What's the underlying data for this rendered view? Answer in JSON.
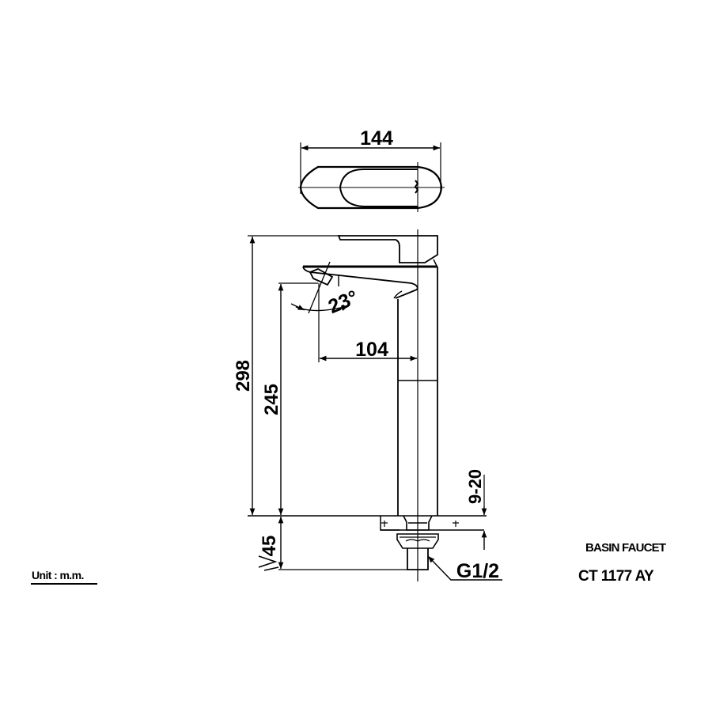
{
  "drawing": {
    "title": "BASIN FAUCET",
    "model": "CT 1177 AY",
    "unit_label": "Unit : m.m.",
    "line_color": "#000000",
    "background": "#ffffff"
  },
  "dimensions": {
    "top_width": "144",
    "total_height": "298",
    "spout_height": "245",
    "spout_reach": "104",
    "spout_angle": "23°",
    "deck_thickness": "9-20",
    "shank_length": "≥45",
    "shank_length_symbol": ">",
    "shank_length_value": "45",
    "thread": "G1/2"
  },
  "views": [
    {
      "name": "top-view",
      "description": "Handle seen from above"
    },
    {
      "name": "side-view",
      "description": "Faucet side elevation with mounting"
    }
  ]
}
